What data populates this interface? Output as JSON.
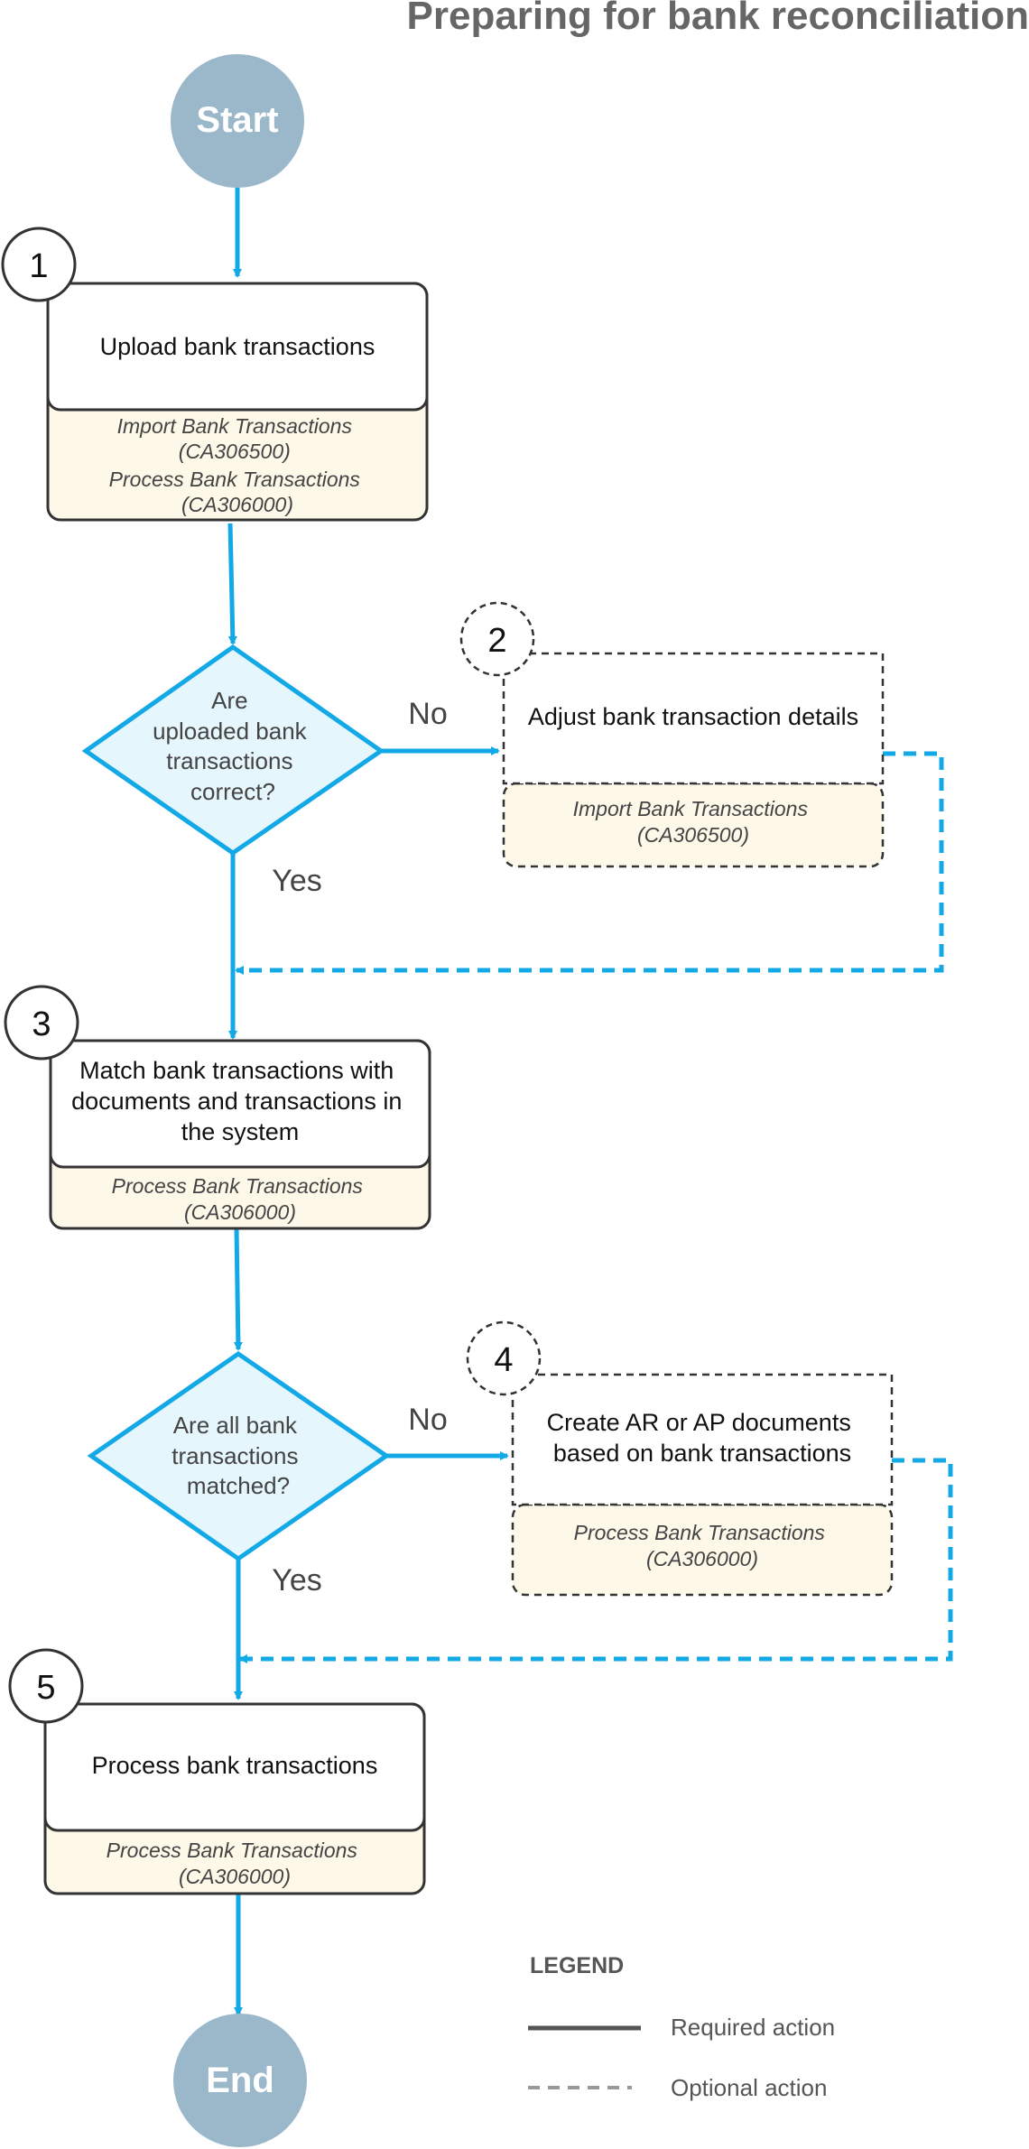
{
  "title": "Preparing for bank reconciliation",
  "start": "Start",
  "end": "End",
  "steps": [
    {
      "number": "1",
      "text": [
        "Upload bank transactions"
      ],
      "refs": [
        "Import Bank Transactions",
        "(CA306500)",
        "Process Bank Transactions",
        "(CA306000)"
      ]
    },
    {
      "number": "2",
      "text": [
        "Adjust bank transaction details"
      ],
      "refs": [
        "Import Bank Transactions",
        "(CA306500)"
      ]
    },
    {
      "number": "3",
      "text": [
        "Match bank transactions with",
        "documents and transactions in",
        "the system"
      ],
      "refs": [
        "Process Bank Transactions",
        "(CA306000)"
      ]
    },
    {
      "number": "4",
      "text": [
        "Create AR or AP documents",
        "based on bank transactions"
      ],
      "refs": [
        "Process Bank Transactions",
        "(CA306000)"
      ]
    },
    {
      "number": "5",
      "text": [
        "Process bank transactions"
      ],
      "refs": [
        "Process Bank Transactions",
        "(CA306000)"
      ]
    }
  ],
  "decisions": [
    {
      "text": [
        "Are",
        "uploaded bank",
        "transactions",
        "correct?"
      ],
      "no": "No",
      "yes": "Yes"
    },
    {
      "text": [
        "Are all bank",
        "transactions",
        "matched?"
      ],
      "no": "No",
      "yes": "Yes"
    }
  ],
  "legend": {
    "title": "LEGEND",
    "required": "Required action",
    "optional": "Optional action"
  },
  "colors": {
    "arrow": "#13a8e6",
    "terminal": "#9bb7ca",
    "ref_fill": "#fdf8e8",
    "decision_fill": "#e6f6fd",
    "border": "#333333"
  }
}
